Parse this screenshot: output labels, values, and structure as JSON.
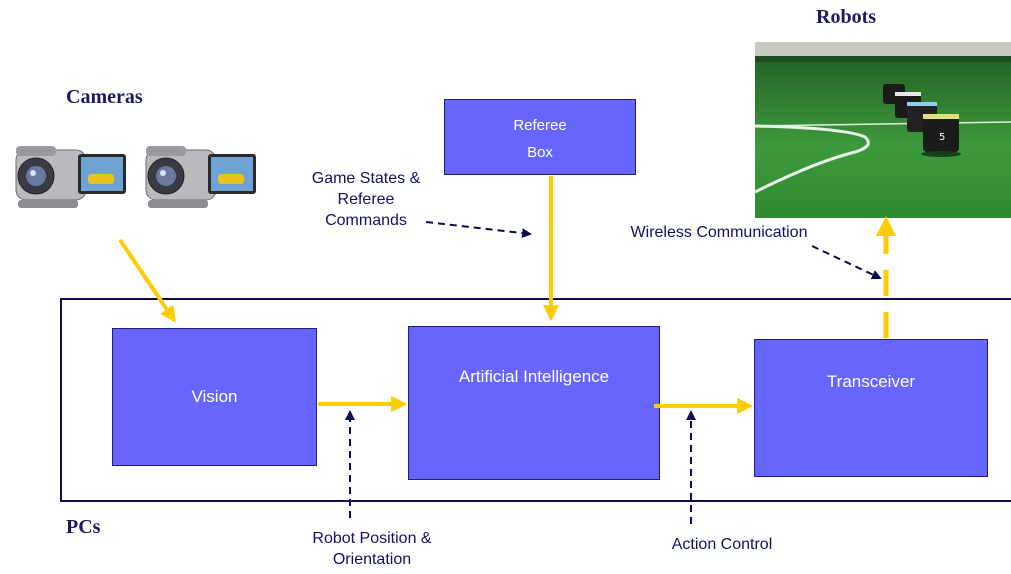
{
  "titles": {
    "robots": "Robots",
    "cameras": "Cameras",
    "pcs": "PCs"
  },
  "blocks": {
    "referee_line1": "Referee",
    "referee_line2": "Box",
    "vision": "Vision",
    "ai": "Artificial Intelligence",
    "transceiver": "Transceiver"
  },
  "labels": {
    "game_states_line1": "Game States &",
    "game_states_line2": "Referee",
    "game_states_line3": "Commands",
    "wireless": "Wireless Communication",
    "robot_pos_line1": "Robot Position &",
    "robot_pos_line2": "Orientation",
    "action_control": "Action Control"
  },
  "colors": {
    "block_fill": "#6666ff",
    "arrow_yellow": "#ffcc00",
    "dashed_navy": "#0b0b55",
    "title_navy": "#1a1a66"
  },
  "icons": {
    "camera": "camcorder-icon",
    "robots_photo": "robot-soccer-photo"
  }
}
